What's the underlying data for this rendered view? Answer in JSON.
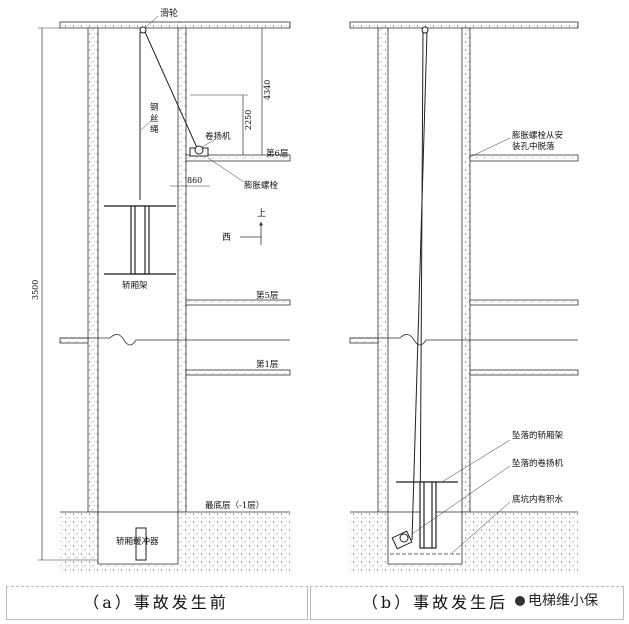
{
  "left_panel": {
    "caption": "（a）事故发生前",
    "labels": {
      "pulley": "滑轮",
      "rope": "钢丝绳",
      "winch": "卷扬机",
      "bolt": "膨胀螺栓",
      "floor_top": "第6层",
      "floor_mid": "第5层",
      "floor_low": "第1层",
      "bottom_floor": "最底层（-1层）",
      "car_frame": "轿厢架",
      "buffer": "轿厢缓冲器",
      "dim_total": "3500",
      "dim_upper": "4340",
      "dim_lower": "2250",
      "dim_offset": "860",
      "dir_up": "上",
      "dir_west": "西"
    }
  },
  "right_panel": {
    "caption": "（b）事故发生后",
    "labels": {
      "bolt_fell": "膨胀螺栓从安装孔中脱落",
      "fallen_frame": "坠落的轿厢架",
      "fallen_winch": "坠落的卷扬机",
      "pit_water": "底坑内有积水"
    }
  },
  "watermark": "电梯维小保"
}
